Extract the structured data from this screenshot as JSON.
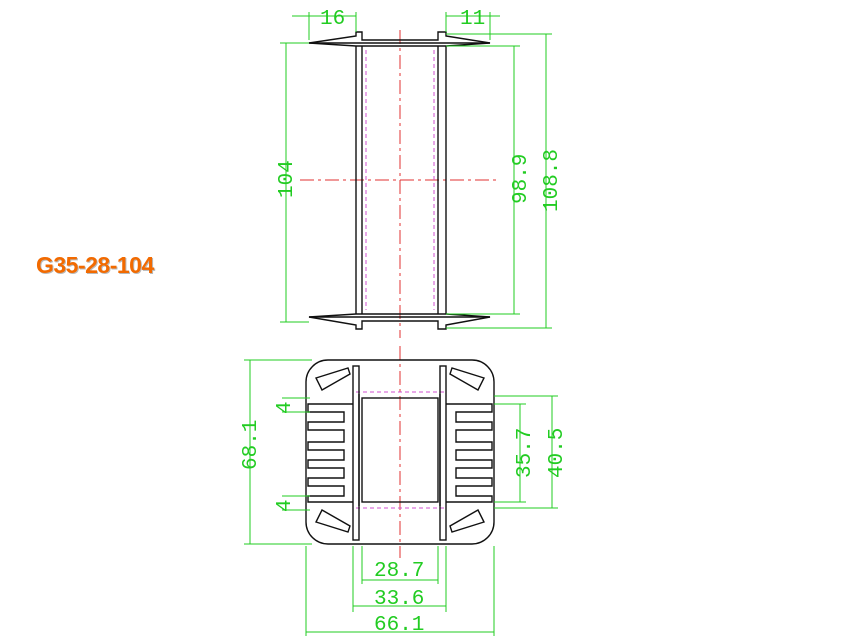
{
  "part_label": "G35-28-104",
  "colors": {
    "label": "#f26a00",
    "dimension": "#22cc22",
    "outline": "#111111",
    "centerline": "#e03030",
    "hidden_line": "#d050d0"
  },
  "top_view": {
    "dims": {
      "flange_left": "16",
      "flange_right": "11",
      "height": "104",
      "inner_height": "98.9",
      "overall_height": "108.8"
    }
  },
  "bottom_view": {
    "dims": {
      "slot_top": "4",
      "slot_bottom": "4",
      "height": "68.1",
      "window_height": "35.7",
      "inner_height": "40.5",
      "window_width": "28.7",
      "inner_width": "33.6",
      "overall_width": "66.1"
    }
  }
}
